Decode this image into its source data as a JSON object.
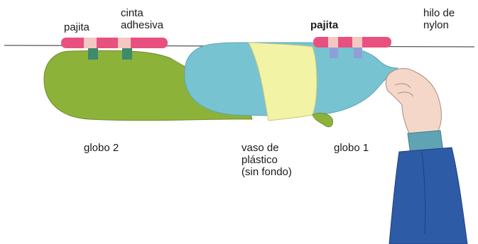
{
  "labels": {
    "straw_left": "pajita",
    "tape": "cinta\nadhesiva",
    "straw_right": "pajita",
    "thread": "hilo de\nnylon",
    "balloon2": "globo 2",
    "cup": "vaso de\nplástico\n(sin fondo)",
    "balloon1": "globo 1"
  },
  "colors": {
    "thread": "#555555",
    "straw": "#e8517f",
    "tape": "#f4c7c2",
    "tape_strap": "#3d8a6e",
    "balloon2": "#8cb23a",
    "balloon1": "#78c3d2",
    "cup": "#f3f3a6",
    "sleeve": "#2e5ba6",
    "cuff": "#5fa3b4",
    "skin": "#f4d7c8"
  }
}
